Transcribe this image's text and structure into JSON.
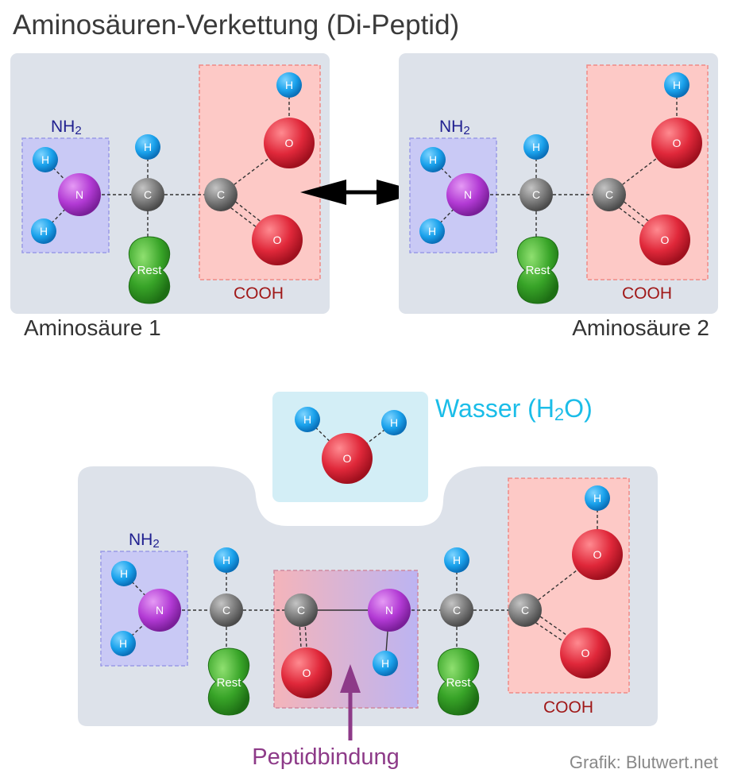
{
  "title": "Aminosäuren-Verkettung (Di-Peptid)",
  "labels": {
    "amino_acid_1": "Aminosäure 1",
    "amino_acid_2": "Aminosäure 2",
    "nh2": "NH",
    "nh2_sub": "2",
    "cooh": "COOH",
    "rest": "Rest",
    "water_prefix": "Wasser (H",
    "water_sub": "2",
    "water_suffix": "O)",
    "peptide_bond": "Peptidbindung",
    "credit": "Grafik: Blutwert.net"
  },
  "atoms": {
    "hydrogen": "H",
    "nitrogen": "N",
    "carbon": "C",
    "oxygen": "O"
  },
  "colors": {
    "panel": "#dde2ea",
    "amine_box": "#c9c9f5",
    "carboxyl_box": "#fdc9c6",
    "water_box": "#d3eef6",
    "hydrogen": "#19a6ee",
    "nitrogen": "#b43bd6",
    "carbon": "#7c7c7c",
    "oxygen": "#e2283a",
    "rest": "#3aa628",
    "nh2_text": "#202090",
    "cooh_text": "#a01818",
    "water_text": "#1bbde8",
    "peptide_text": "#8d3a88",
    "credit_text": "#888888"
  }
}
